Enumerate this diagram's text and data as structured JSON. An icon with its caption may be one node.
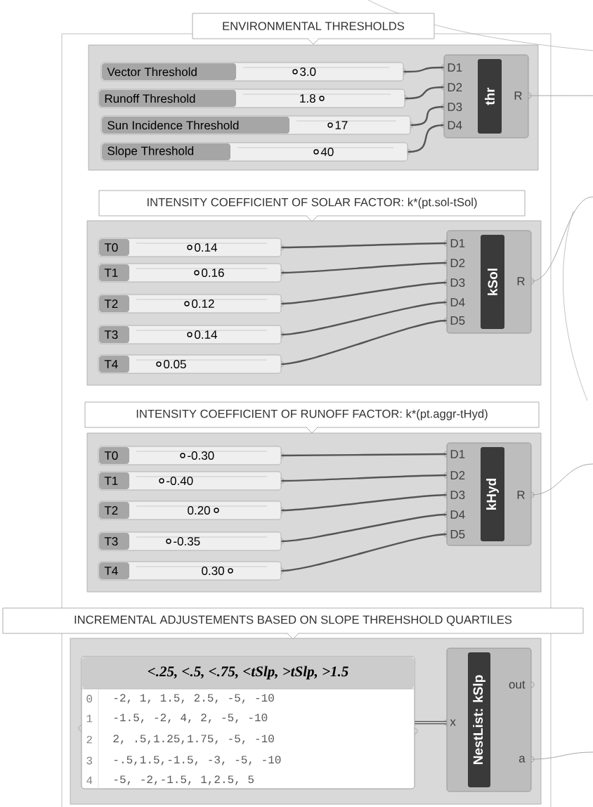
{
  "diagram": {
    "nodes": [
      {
        "text": [
          "ENVIRONMENTAL THRESHOLDS"
        ]
      },
      {
        "text": [
          "Vector Threshold",
          "3.0"
        ],
        "in": 0
      },
      {
        "text": [
          "Runoff Threshold",
          "1.8"
        ],
        "in": 0
      },
      {
        "text": [
          "Sun Incidence Threshold",
          "17"
        ],
        "in": 0
      },
      {
        "text": [
          "Slope Threshold",
          "40"
        ],
        "in": 0
      },
      {
        "text": [
          "D1",
          "D2",
          "D3",
          "D4",
          "thr",
          "R"
        ],
        "in": 0
      },
      {
        "text": [
          "INTENSITY COEFFICIENT OF SOLAR FACTOR: k*(pt.sol-tSol)"
        ]
      },
      {
        "text": [
          "T0",
          "0.14"
        ],
        "in": 6
      },
      {
        "text": [
          "T1",
          "0.16"
        ],
        "in": 6
      },
      {
        "text": [
          "T2",
          "0.12"
        ],
        "in": 6
      },
      {
        "text": [
          "T3",
          "0.14"
        ],
        "in": 6
      },
      {
        "text": [
          "T4",
          "0.05"
        ],
        "in": 6
      },
      {
        "text": [
          "D1",
          "D2",
          "D3",
          "D4",
          "D5",
          "kSol",
          "R"
        ],
        "in": 6
      },
      {
        "text": [
          "INTENSITY COEFFICIENT OF RUNOFF FACTOR: k*(pt.aggr-tHyd)"
        ]
      },
      {
        "text": [
          "T0",
          "-0.30"
        ],
        "in": 13
      },
      {
        "text": [
          "T1",
          "-0.40"
        ],
        "in": 13
      },
      {
        "text": [
          "T2",
          "0.20"
        ],
        "in": 13
      },
      {
        "text": [
          "T3",
          "-0.35"
        ],
        "in": 13
      },
      {
        "text": [
          "T4",
          "0.30"
        ],
        "in": 13
      },
      {
        "text": [
          "D1",
          "D2",
          "D3",
          "D4",
          "D5",
          "kHyd",
          "R"
        ],
        "in": 13
      },
      {
        "text": [
          "INCREMENTAL ADJUSTEMENTS BASED ON SLOPE THREHSHOLD QUARTILES"
        ]
      },
      {
        "text": [
          "<.25, <.5, <.75, <tSlp, >tSlp, >1.5",
          "0",
          "-2, 1, 1.5, 2.5, -5, -10",
          "1",
          "-1.5, -2, 4, 2, -5, -10",
          "2",
          "2, .5,1.25,1.75, -5, -10",
          "3",
          "-.5,1.5,-1.5, -3, -5, -10",
          "4",
          "-5, -2,-1.5, 1,2.5, 5"
        ],
        "in": 20
      },
      {
        "text": [
          "x",
          "NestList: kSlp",
          "out",
          "a"
        ],
        "in": 20
      }
    ],
    "edges": [
      {
        "from": 1,
        "to": 5,
        "arrow": "none"
      },
      {
        "from": 2,
        "to": 5,
        "arrow": "none"
      },
      {
        "from": 3,
        "to": 5,
        "arrow": "none"
      },
      {
        "from": 4,
        "to": 5,
        "arrow": "none"
      },
      {
        "from": 5,
        "to": null,
        "arrow": "none"
      },
      {
        "from": 7,
        "to": 12,
        "arrow": "none"
      },
      {
        "from": 8,
        "to": 12,
        "arrow": "none"
      },
      {
        "from": 9,
        "to": 12,
        "arrow": "none"
      },
      {
        "from": 10,
        "to": 12,
        "arrow": "none"
      },
      {
        "from": 11,
        "to": 12,
        "arrow": "none"
      },
      {
        "from": 12,
        "to": null,
        "arrow": "none"
      },
      {
        "from": 14,
        "to": 19,
        "arrow": "none"
      },
      {
        "from": 15,
        "to": 19,
        "arrow": "none"
      },
      {
        "from": 16,
        "to": 19,
        "arrow": "none"
      },
      {
        "from": 17,
        "to": 19,
        "arrow": "none"
      },
      {
        "from": 18,
        "to": 19,
        "arrow": "none"
      },
      {
        "from": 19,
        "to": null,
        "arrow": "none"
      },
      {
        "from": 21,
        "to": 22,
        "arrow": "none"
      },
      {
        "from": 22,
        "to": null,
        "arrow": "none"
      }
    ]
  }
}
